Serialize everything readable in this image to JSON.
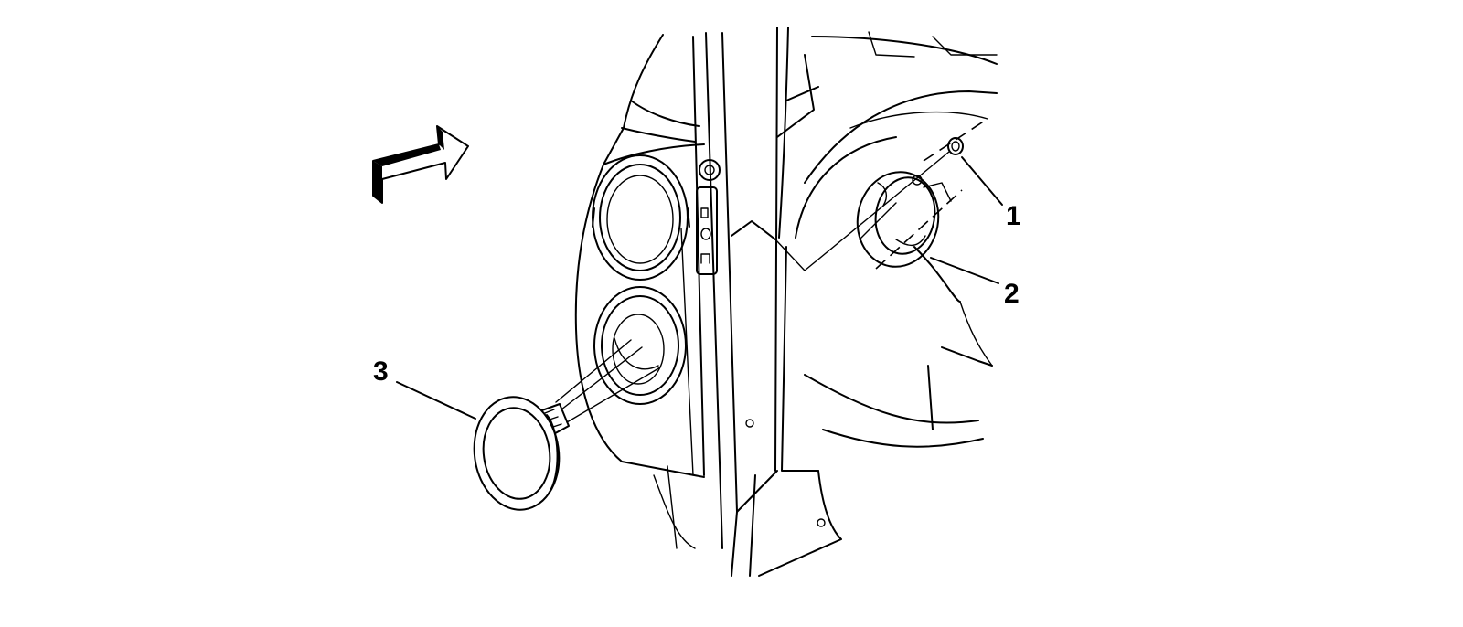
{
  "callouts": [
    {
      "id": "1",
      "label": "1"
    },
    {
      "id": "2",
      "label": "2"
    },
    {
      "id": "3",
      "label": "3"
    }
  ],
  "icons": {
    "direction_arrow": "forward-direction-arrow-icon"
  },
  "colors": {
    "ink": "#000000",
    "paper": "#ffffff"
  }
}
